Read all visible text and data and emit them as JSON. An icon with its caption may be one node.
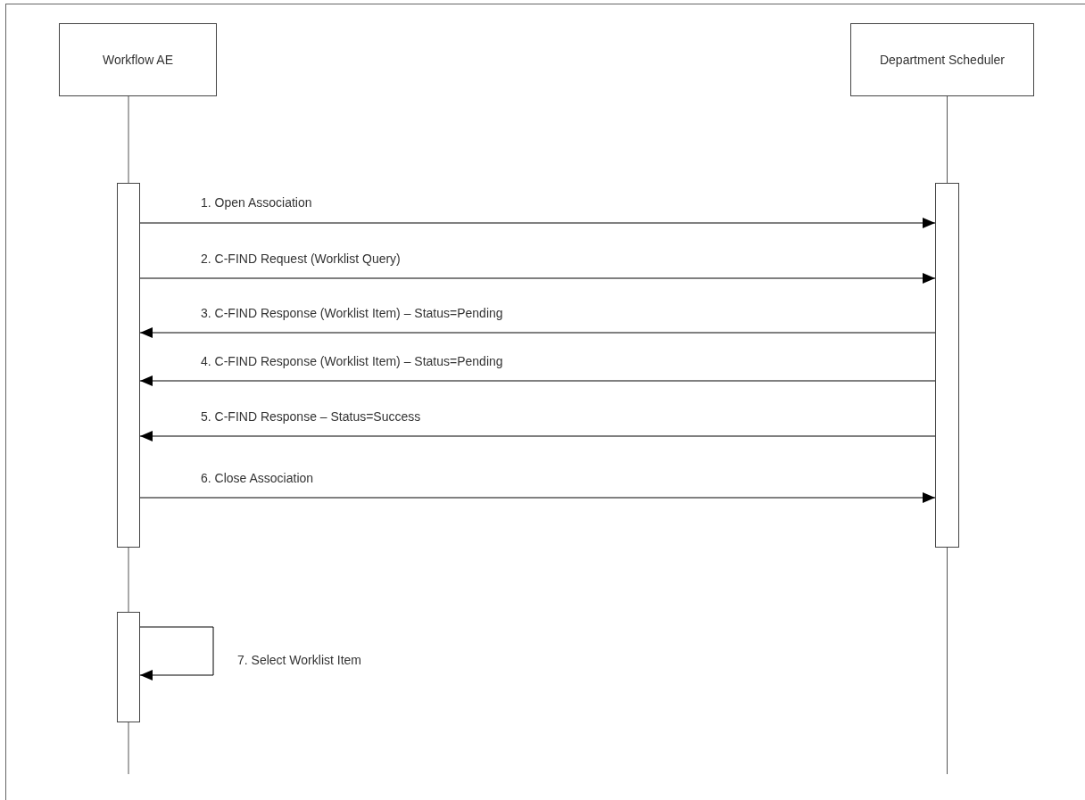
{
  "diagram": {
    "nodes": [
      {
        "text": [
          "Workflow AE"
        ]
      },
      {
        "text": [
          "Department Scheduler"
        ]
      },
      {
        "text": [],
        "shape": "bar"
      },
      {
        "text": [],
        "shape": "bar"
      },
      {
        "text": [],
        "shape": "bar"
      }
    ],
    "edges": [
      {
        "from": 2,
        "to": 3,
        "arrow": "to",
        "label": "1. Open Association"
      },
      {
        "from": 2,
        "to": 3,
        "arrow": "to",
        "label": "2. C-FIND Request (Worklist Query)"
      },
      {
        "from": 3,
        "to": 2,
        "arrow": "to",
        "label": "3. C-FIND Response (Worklist Item) – Status=Pending"
      },
      {
        "from": 3,
        "to": 2,
        "arrow": "to",
        "label": "4. C-FIND Response (Worklist Item) – Status=Pending"
      },
      {
        "from": 3,
        "to": 2,
        "arrow": "to",
        "label": "5. C-FIND Response – Status=Success"
      },
      {
        "from": 2,
        "to": 3,
        "arrow": "to",
        "label": "6. Close Association"
      },
      {
        "from": 4,
        "to": 4,
        "arrow": "to",
        "label": "7. Select Worklist Item"
      },
      {
        "from": 0,
        "to": 2,
        "arrow": "none"
      },
      {
        "from": 1,
        "to": 3,
        "arrow": "none"
      },
      {
        "from": 2,
        "to": 4,
        "arrow": "none"
      }
    ]
  }
}
